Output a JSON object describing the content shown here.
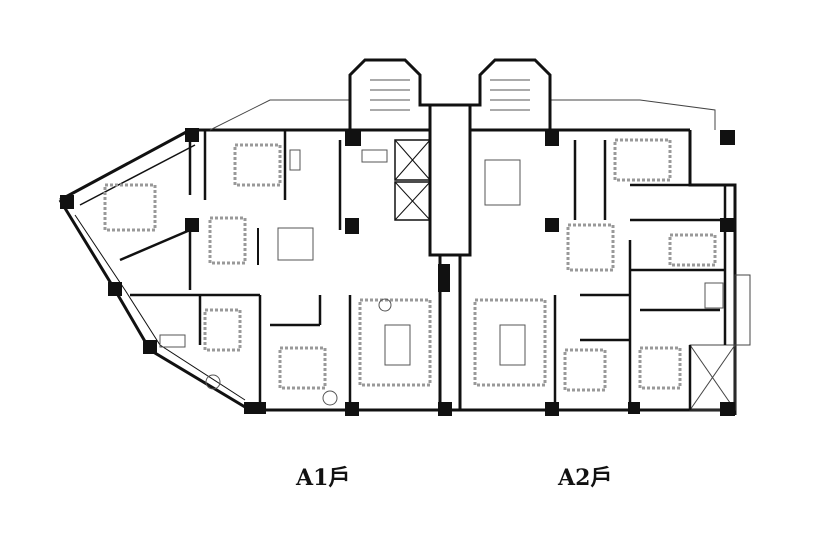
{
  "units": [
    {
      "id": "A1",
      "label": "A1戶"
    },
    {
      "id": "A2",
      "label": "A2戶"
    }
  ],
  "colors": {
    "wall": "#111111",
    "furniture": "#9a9a9a",
    "fixture": "#555555"
  }
}
